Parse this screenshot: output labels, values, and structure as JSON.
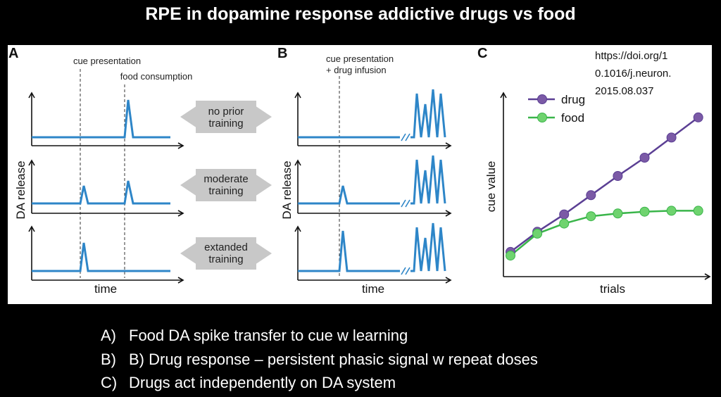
{
  "title": "RPE in dopamine response addictive drugs vs food",
  "panel_a": {
    "letter": "A",
    "cue_label": "cue presentation",
    "food_label": "food consumption",
    "ylabel": "DA release",
    "xlabel": "time",
    "boxes": [
      {
        "line1": "no prior",
        "line2": "training"
      },
      {
        "line1": "moderate",
        "line2": "training"
      },
      {
        "line1": "extanded",
        "line2": "training"
      }
    ]
  },
  "panel_b": {
    "letter": "B",
    "cue_label_1": "cue presentation",
    "cue_label_2": "+ drug infusion",
    "ylabel": "DA release",
    "xlabel": "time"
  },
  "panel_c": {
    "letter": "C",
    "doi": [
      "https://doi.org/1",
      "0.1016/j.neuron.",
      "2015.08.037"
    ]
  },
  "chart_data": {
    "type": "line",
    "title": "",
    "xlabel": "trials",
    "ylabel": "cue value",
    "x": [
      1,
      2,
      3,
      4,
      5,
      6,
      7,
      8
    ],
    "ylim": [
      0,
      10
    ],
    "legend": "top-left",
    "series": [
      {
        "name": "drug",
        "color": "#7b5aa6",
        "values": [
          1.35,
          2.45,
          3.4,
          4.45,
          5.5,
          6.5,
          7.6,
          8.7
        ]
      },
      {
        "name": "food",
        "color": "#3ab54a",
        "values": [
          1.15,
          2.35,
          2.9,
          3.3,
          3.45,
          3.55,
          3.6,
          3.6
        ]
      }
    ]
  },
  "bullets": [
    {
      "label": "A)",
      "text": "Food DA spike transfer to cue w learning"
    },
    {
      "label": "B)",
      "text": "B) Drug response – persistent phasic signal w repeat doses"
    },
    {
      "label": "C)",
      "text": "Drugs act independently on DA system"
    }
  ],
  "colors": {
    "trace": "#2e86c8",
    "box": "#c8c8c8"
  }
}
